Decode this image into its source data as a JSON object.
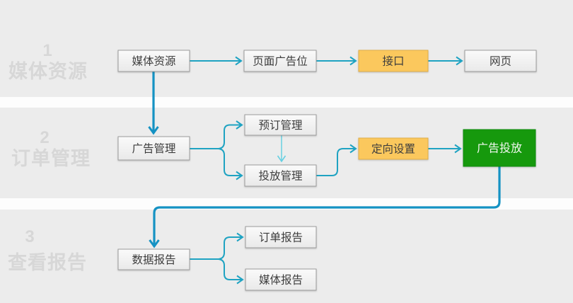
{
  "sections": [
    {
      "number": "1",
      "label": "媒体资源"
    },
    {
      "number": "2",
      "label": "订单管理"
    },
    {
      "number": "3",
      "label": "查看报告"
    }
  ],
  "nodes": {
    "media_resource": {
      "label": "媒体资源",
      "type": "default"
    },
    "page_ad_slot": {
      "label": "页面广告位",
      "type": "default"
    },
    "api": {
      "label": "接口",
      "type": "highlight-yellow"
    },
    "webpage": {
      "label": "网页",
      "type": "default"
    },
    "ad_management": {
      "label": "广告管理",
      "type": "default"
    },
    "booking_management": {
      "label": "预订管理",
      "type": "default"
    },
    "delivery_management": {
      "label": "投放管理",
      "type": "default"
    },
    "targeting_settings": {
      "label": "定向设置",
      "type": "highlight-yellow"
    },
    "ad_delivery": {
      "label": "广告投放",
      "type": "highlight-green"
    },
    "data_report": {
      "label": "数据报告",
      "type": "default"
    },
    "order_report": {
      "label": "订单报告",
      "type": "default"
    },
    "media_report": {
      "label": "媒体报告",
      "type": "default"
    }
  },
  "edges": [
    {
      "from": "media_resource",
      "to": "page_ad_slot"
    },
    {
      "from": "page_ad_slot",
      "to": "api"
    },
    {
      "from": "api",
      "to": "webpage"
    },
    {
      "from": "media_resource",
      "to": "ad_management"
    },
    {
      "from": "ad_management",
      "to": "booking_management"
    },
    {
      "from": "ad_management",
      "to": "delivery_management"
    },
    {
      "from": "booking_management",
      "to": "delivery_management"
    },
    {
      "from": "delivery_management",
      "to": "targeting_settings"
    },
    {
      "from": "targeting_settings",
      "to": "ad_delivery"
    },
    {
      "from": "ad_delivery",
      "to": "data_report"
    },
    {
      "from": "data_report",
      "to": "order_report"
    },
    {
      "from": "data_report",
      "to": "media_report"
    }
  ],
  "colors": {
    "band_gray": "#ececec",
    "gap_white": "#fdfdfd",
    "highlight_yellow": "#fbc85d",
    "highlight_green": "#13990f",
    "arrow_teal": "#1fa3c2",
    "arrow_thick_blue": "#1592c3",
    "arrow_light_cyan": "#66d0e2",
    "section_label_gray": "#d7d7d7"
  }
}
